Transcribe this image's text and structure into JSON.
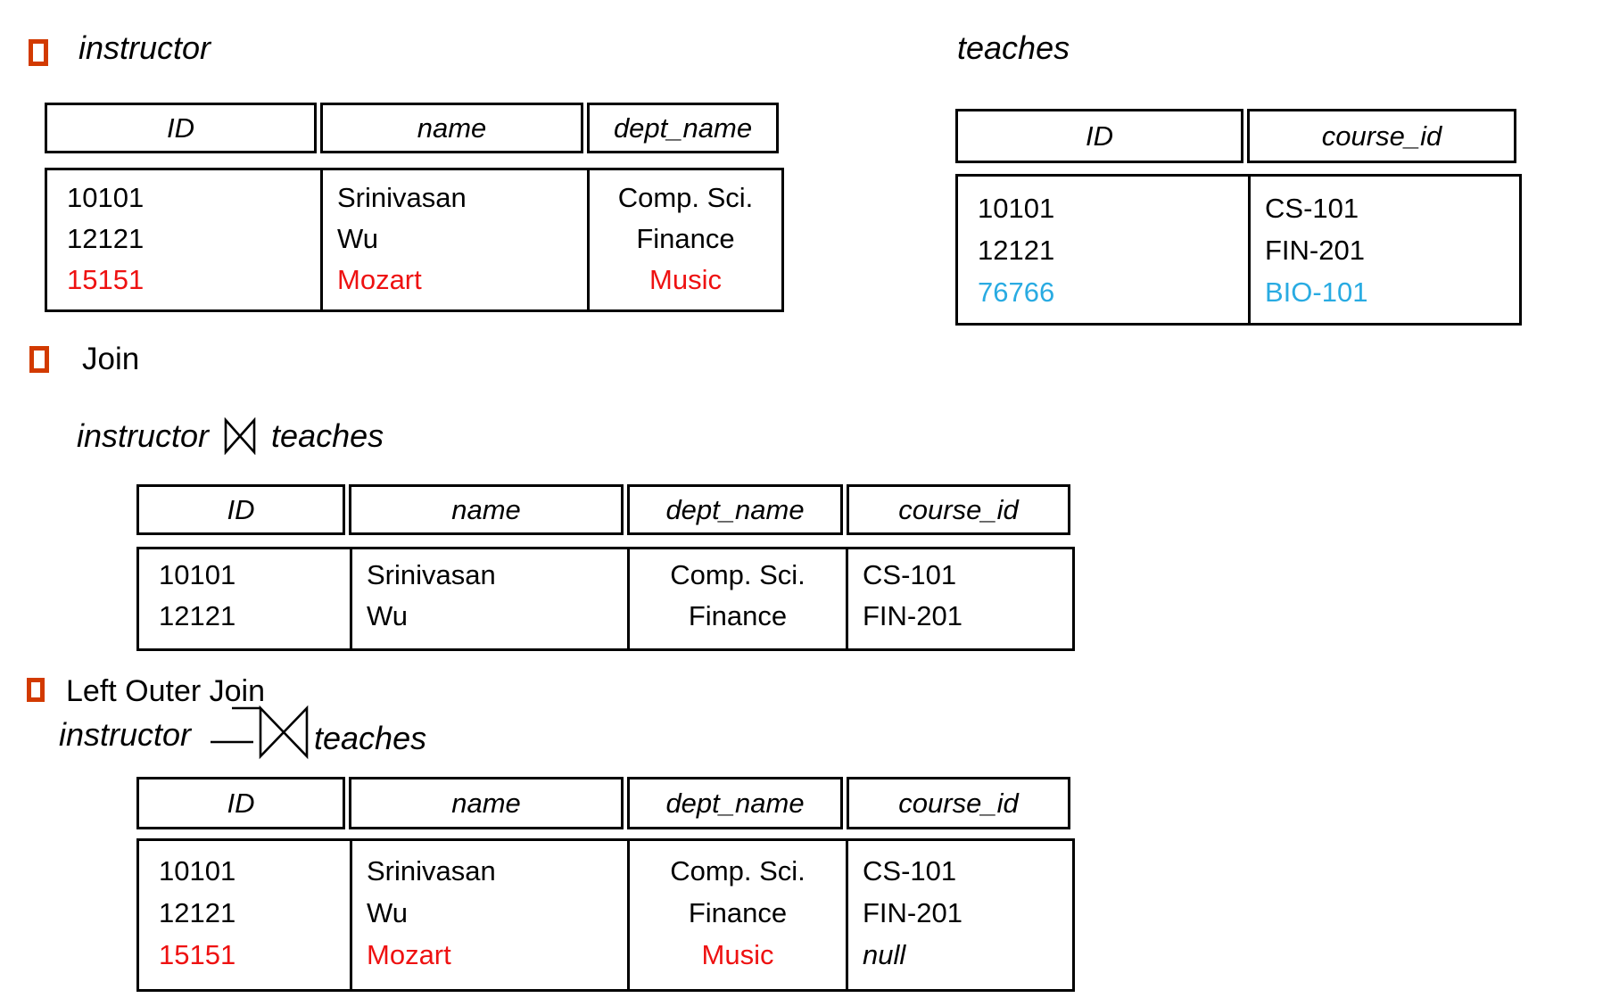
{
  "colors": {
    "bullet": "#d23a00",
    "highlight_red": "#ee1111",
    "highlight_blue": "#29abe2"
  },
  "sections": {
    "instructor_title": "instructor",
    "teaches_title": "teaches",
    "join_heading": "Join",
    "left_outer_join_heading": "Left Outer Join",
    "join_expression": {
      "left": "instructor",
      "operator": "natural-join",
      "right": "teaches"
    },
    "left_outer_join_expression": {
      "left": "instructor",
      "operator": "left-outer-join",
      "right": "teaches"
    }
  },
  "tables": {
    "instructor": {
      "headers": [
        "ID",
        "name",
        "dept_name"
      ],
      "rows": [
        [
          "10101",
          "Srinivasan",
          "Comp. Sci."
        ],
        [
          "12121",
          "Wu",
          "Finance"
        ],
        [
          "15151",
          "Mozart",
          "Music"
        ]
      ]
    },
    "teaches": {
      "headers": [
        "ID",
        "course_id"
      ],
      "rows": [
        [
          "10101",
          "CS-101"
        ],
        [
          "12121",
          "FIN-201"
        ],
        [
          "76766",
          "BIO-101"
        ]
      ]
    },
    "join_result": {
      "headers": [
        "ID",
        "name",
        "dept_name",
        "course_id"
      ],
      "rows": [
        [
          "10101",
          "Srinivasan",
          "Comp. Sci.",
          "CS-101"
        ],
        [
          "12121",
          "Wu",
          "Finance",
          "FIN-201"
        ]
      ]
    },
    "left_outer_join_result": {
      "headers": [
        "ID",
        "name",
        "dept_name",
        "course_id"
      ],
      "rows": [
        [
          "10101",
          "Srinivasan",
          "Comp. Sci.",
          "CS-101"
        ],
        [
          "12121",
          "Wu",
          "Finance",
          "FIN-201"
        ],
        [
          "15151",
          "Mozart",
          "Music",
          "null"
        ]
      ]
    }
  }
}
